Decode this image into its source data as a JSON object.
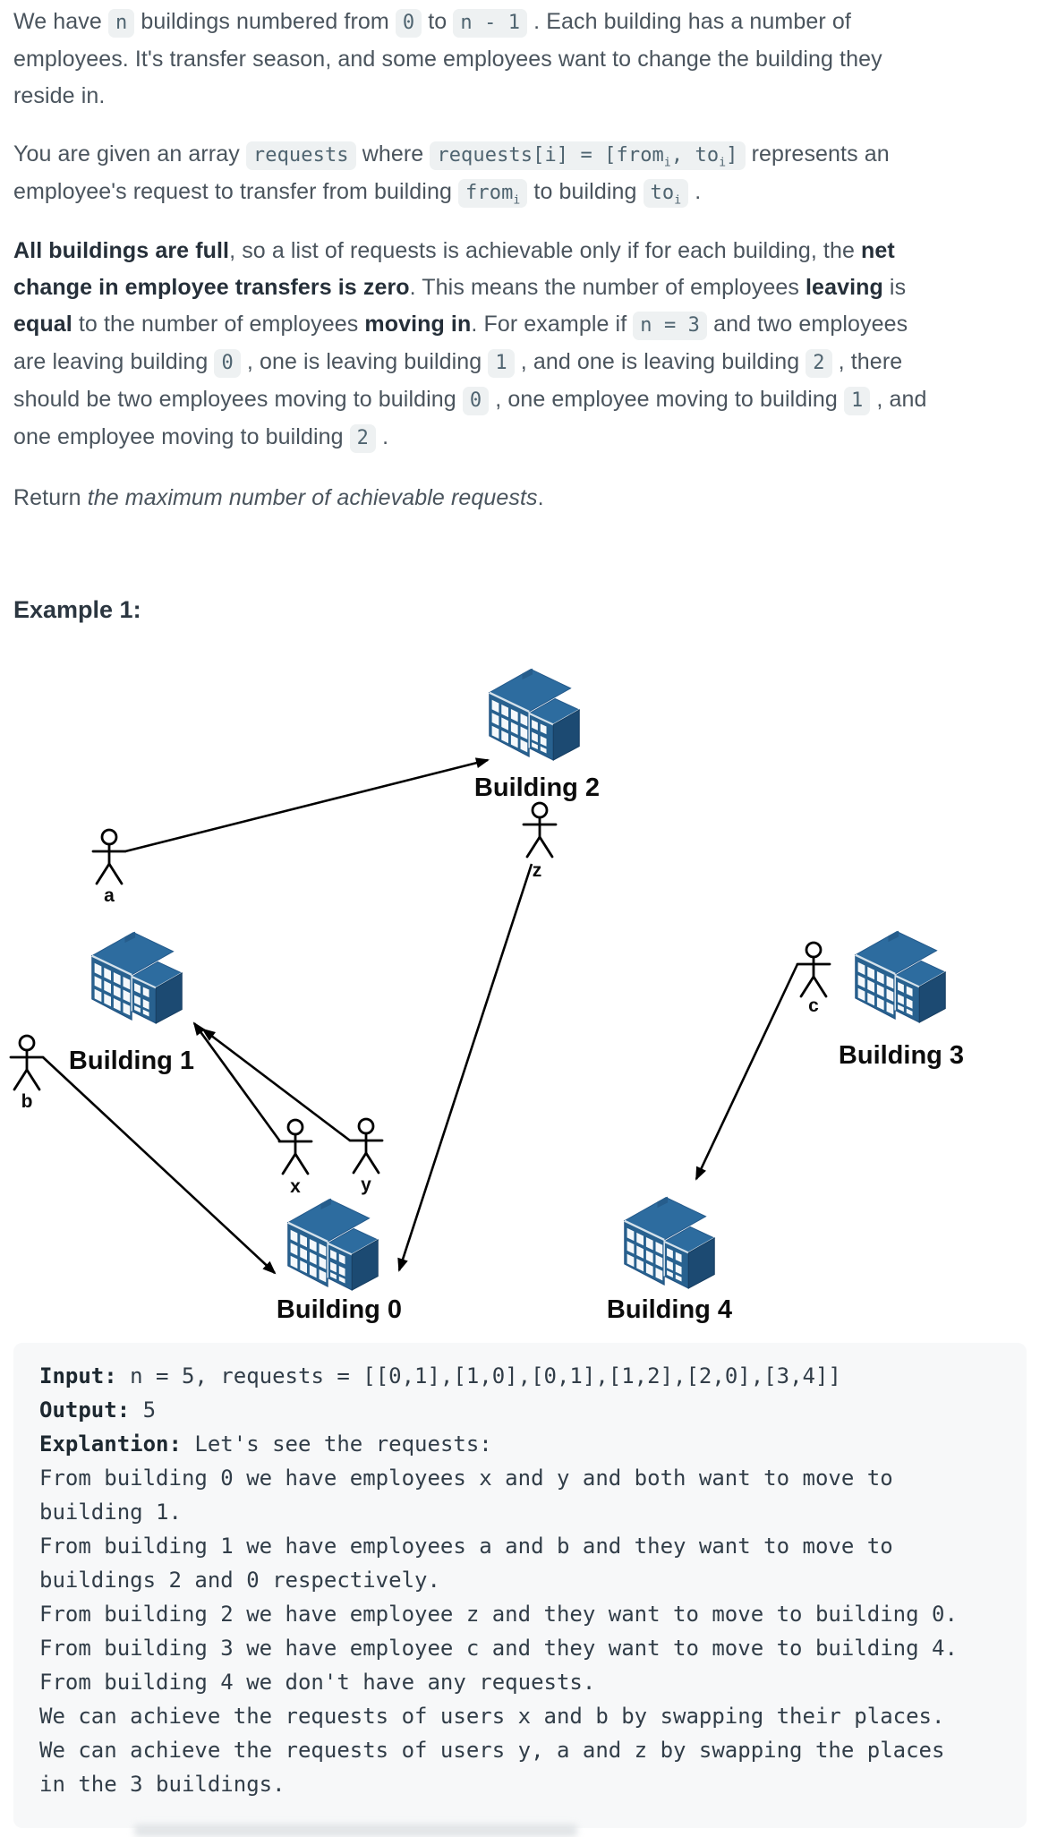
{
  "colors": {
    "page_bg": "#ffffff",
    "body_text": "#4a545d",
    "bold_text": "#252f39",
    "chip_bg": "#eef1f2",
    "chip_text": "#4f6470",
    "code_block_bg": "#f7f8f9",
    "code_text": "#313d48",
    "building_top": "#2d6c9f",
    "building_front": "#28618f",
    "building_side_dark": "#1c4a72",
    "building_window": "#f4f8fb",
    "arrow": "#000000"
  },
  "description": {
    "paragraphs": [
      [
        {
          "t": "text",
          "s": "We have "
        },
        {
          "t": "code",
          "parts": [
            {
              "s": "n"
            }
          ]
        },
        {
          "t": "text",
          "s": " buildings numbered from "
        },
        {
          "t": "code",
          "parts": [
            {
              "s": "0"
            }
          ]
        },
        {
          "t": "text",
          "s": " to "
        },
        {
          "t": "code",
          "parts": [
            {
              "s": "n - 1"
            }
          ]
        },
        {
          "t": "text",
          "s": " . Each building has a number of"
        },
        {
          "t": "br"
        },
        {
          "t": "text",
          "s": "employees. It's transfer season, and some employees want to change the building they"
        },
        {
          "t": "br"
        },
        {
          "t": "text",
          "s": "reside in."
        }
      ],
      [
        {
          "t": "text",
          "s": "You are given an array "
        },
        {
          "t": "code",
          "parts": [
            {
              "s": "requests"
            }
          ]
        },
        {
          "t": "text",
          "s": " where "
        },
        {
          "t": "code",
          "parts": [
            {
              "s": "requests[i] = [from"
            },
            {
              "sub": "i"
            },
            {
              "s": ", to"
            },
            {
              "sub": "i"
            },
            {
              "s": "]"
            }
          ]
        },
        {
          "t": "text",
          "s": " represents an"
        },
        {
          "t": "br"
        },
        {
          "t": "text",
          "s": "employee's request to transfer from building "
        },
        {
          "t": "code",
          "parts": [
            {
              "s": "from"
            },
            {
              "sub": "i"
            }
          ]
        },
        {
          "t": "text",
          "s": " to building "
        },
        {
          "t": "code",
          "parts": [
            {
              "s": "to"
            },
            {
              "sub": "i"
            }
          ]
        },
        {
          "t": "text",
          "s": " ."
        }
      ],
      [
        {
          "t": "bold",
          "s": "All buildings are full"
        },
        {
          "t": "text",
          "s": ", so a list of requests is achievable only if for each building, the "
        },
        {
          "t": "bold",
          "s": "net"
        },
        {
          "t": "br"
        },
        {
          "t": "bold",
          "s": "change in employee transfers is zero"
        },
        {
          "t": "text",
          "s": ". This means the number of employees "
        },
        {
          "t": "bold",
          "s": "leaving"
        },
        {
          "t": "text",
          "s": " is"
        },
        {
          "t": "br"
        },
        {
          "t": "bold",
          "s": "equal"
        },
        {
          "t": "text",
          "s": " to the number of employees "
        },
        {
          "t": "bold",
          "s": "moving in"
        },
        {
          "t": "text",
          "s": ". For example if "
        },
        {
          "t": "code",
          "parts": [
            {
              "s": "n = 3"
            }
          ]
        },
        {
          "t": "text",
          "s": " and two employees"
        },
        {
          "t": "br"
        },
        {
          "t": "text",
          "s": "are leaving building "
        },
        {
          "t": "code",
          "parts": [
            {
              "s": "0"
            }
          ]
        },
        {
          "t": "text",
          "s": " , one is leaving building "
        },
        {
          "t": "code",
          "parts": [
            {
              "s": "1"
            }
          ]
        },
        {
          "t": "text",
          "s": " , and one is leaving building "
        },
        {
          "t": "code",
          "parts": [
            {
              "s": "2"
            }
          ]
        },
        {
          "t": "text",
          "s": " , there"
        },
        {
          "t": "br"
        },
        {
          "t": "text",
          "s": "should be two employees moving to building "
        },
        {
          "t": "code",
          "parts": [
            {
              "s": "0"
            }
          ]
        },
        {
          "t": "text",
          "s": " , one employee moving to building "
        },
        {
          "t": "code",
          "parts": [
            {
              "s": "1"
            }
          ]
        },
        {
          "t": "text",
          "s": " , and"
        },
        {
          "t": "br"
        },
        {
          "t": "text",
          "s": "one employee moving to building "
        },
        {
          "t": "code",
          "parts": [
            {
              "s": "2"
            }
          ]
        },
        {
          "t": "text",
          "s": " ."
        }
      ],
      [
        {
          "t": "text",
          "s": "Return "
        },
        {
          "t": "italic",
          "s": "the maximum number of achievable requests"
        },
        {
          "t": "text",
          "s": "."
        }
      ]
    ],
    "example_heading": "Example 1:"
  },
  "diagram": {
    "labels": {
      "b0": "Building 0",
      "b1": "Building 1",
      "b2": "Building 2",
      "b3": "Building 3",
      "b4": "Building 4"
    },
    "employees": {
      "a": "a",
      "b": "b",
      "c": "c",
      "x": "x",
      "y": "y",
      "z": "z"
    },
    "arrows": [
      "a to Building 2",
      "x to Building 1",
      "y to Building 1",
      "b to Building 0",
      "z to Building 0",
      "c to Building 4"
    ]
  },
  "example_block": {
    "lines": [
      [
        {
          "t": "codebold",
          "s": "Input:"
        },
        {
          "t": "text",
          "s": " n = 5, requests = [[0,1],[1,0],[0,1],[1,2],[2,0],[3,4]]"
        }
      ],
      [
        {
          "t": "codebold",
          "s": "Output:"
        },
        {
          "t": "text",
          "s": " 5"
        }
      ],
      [
        {
          "t": "codebold",
          "s": "Explantion:"
        },
        {
          "t": "text",
          "s": " Let's see the requests:"
        }
      ],
      [
        {
          "t": "text",
          "s": "From building 0 we have employees x and y and both want to move to"
        }
      ],
      [
        {
          "t": "text",
          "s": "building 1."
        }
      ],
      [
        {
          "t": "text",
          "s": "From building 1 we have employees a and b and they want to move to"
        }
      ],
      [
        {
          "t": "text",
          "s": "buildings 2 and 0 respectively."
        }
      ],
      [
        {
          "t": "text",
          "s": "From building 2 we have employee z and they want to move to building 0."
        }
      ],
      [
        {
          "t": "text",
          "s": "From building 3 we have employee c and they want to move to building 4."
        }
      ],
      [
        {
          "t": "text",
          "s": "From building 4 we don't have any requests."
        }
      ],
      [
        {
          "t": "text",
          "s": "We can achieve the requests of users x and b by swapping their places."
        }
      ],
      [
        {
          "t": "text",
          "s": "We can achieve the requests of users y, a and z by swapping the places"
        }
      ],
      [
        {
          "t": "text",
          "s": "in the 3 buildings."
        }
      ]
    ]
  }
}
